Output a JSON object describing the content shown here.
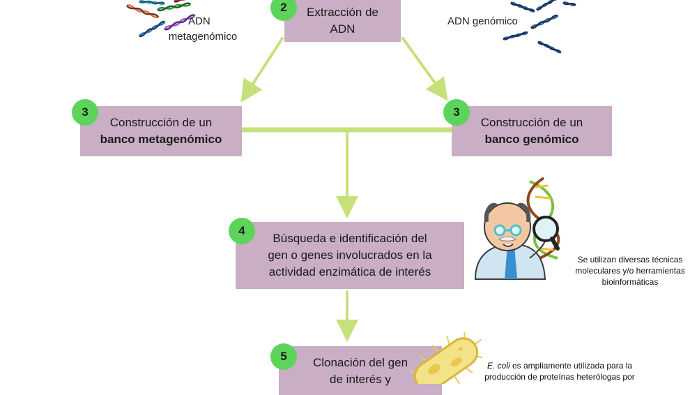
{
  "steps": {
    "extraction": {
      "number": "2",
      "line1": "Extracción de",
      "line2": "ADN"
    },
    "meta_bank": {
      "number": "3",
      "line1": "Construcción de un",
      "line2": "banco metagenómico"
    },
    "genomic_bank": {
      "number": "3",
      "line1": "Construcción de un",
      "line2": "banco genómico"
    },
    "search": {
      "number": "4",
      "line1": "Búsqueda e identificación del",
      "line2": "gen o genes involucrados en la",
      "line3": "actividad enzimática de interés"
    },
    "cloning": {
      "number": "5",
      "line1": "Clonación del gen",
      "line2": "de interés y"
    }
  },
  "labels": {
    "metagenomic_line1": "ADN",
    "metagenomic_line2": "metagenómico",
    "genomic": "ADN genómico"
  },
  "notes": {
    "techniques_line1": "Se utilizan diversas técnicas",
    "techniques_line2": "moleculares y/o herramientas",
    "techniques_line3": "bioinformáticas",
    "ecoli_species": "E. coli",
    "ecoli_rest1": " es ampliamente utilizada para la",
    "ecoli_line2": "producción de proteínas heterólogas por"
  },
  "colors": {
    "box": "#c9aec5",
    "badge": "#5cd45a",
    "arrow": "#c6e07a"
  },
  "icons": [
    "dna-helix-icon",
    "scientist-with-magnifier-icon",
    "e-coli-bacterium-icon"
  ]
}
